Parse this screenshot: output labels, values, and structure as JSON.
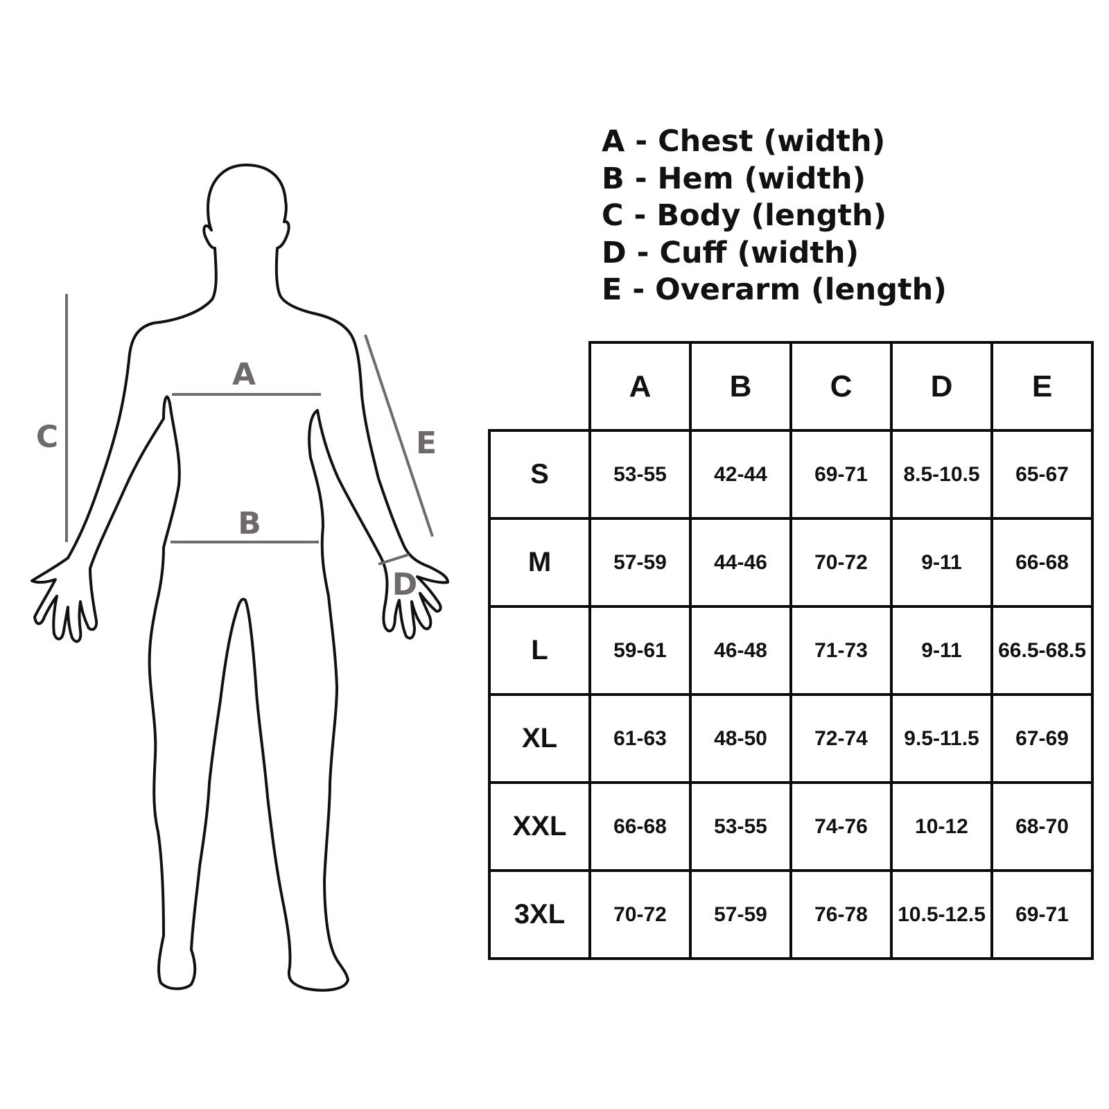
{
  "diagram": {
    "markers": {
      "a": "A",
      "b": "B",
      "c": "C",
      "d": "D",
      "e": "E"
    },
    "colors": {
      "outline": "#111111",
      "measure_line": "#6e6a6a",
      "table_border": "#0a0a0a"
    }
  },
  "legend": [
    "A - Chest (width)",
    "B - Hem (width)",
    "C - Body (length)",
    "D - Cuff (width)",
    "E - Overarm (length)"
  ],
  "table": {
    "columns": [
      "A",
      "B",
      "C",
      "D",
      "E"
    ],
    "rows": [
      {
        "size": "S",
        "values": [
          "53-55",
          "42-44",
          "69-71",
          "8.5-10.5",
          "65-67"
        ]
      },
      {
        "size": "M",
        "values": [
          "57-59",
          "44-46",
          "70-72",
          "9-11",
          "66-68"
        ]
      },
      {
        "size": "L",
        "values": [
          "59-61",
          "46-48",
          "71-73",
          "9-11",
          "66.5-68.5"
        ]
      },
      {
        "size": "XL",
        "values": [
          "61-63",
          "48-50",
          "72-74",
          "9.5-11.5",
          "67-69"
        ]
      },
      {
        "size": "XXL",
        "values": [
          "66-68",
          "53-55",
          "74-76",
          "10-12",
          "68-70"
        ]
      },
      {
        "size": "3XL",
        "values": [
          "70-72",
          "57-59",
          "76-78",
          "10.5-12.5",
          "69-71"
        ]
      }
    ]
  }
}
